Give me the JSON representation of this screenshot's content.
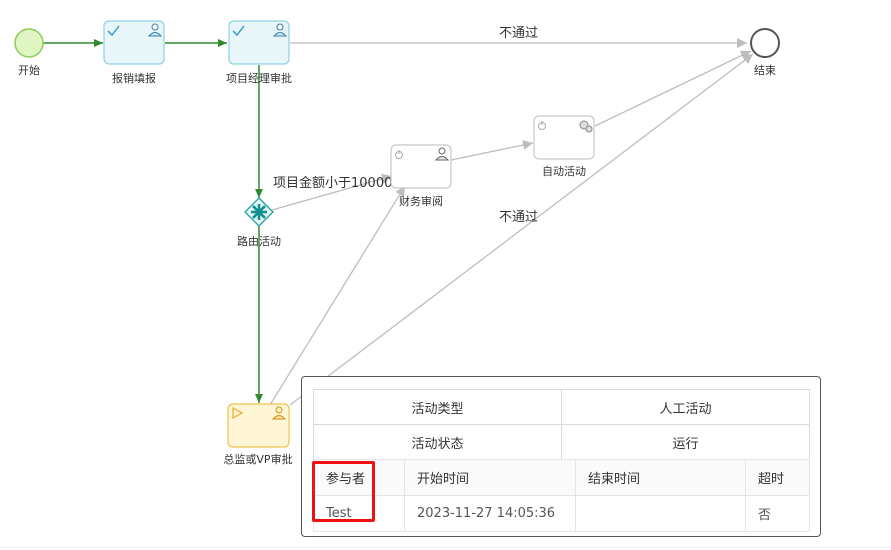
{
  "nodes": {
    "start": {
      "label": "开始"
    },
    "fill": {
      "label": "报销填报"
    },
    "pm": {
      "label": "项目经理审批"
    },
    "end": {
      "label": "结束"
    },
    "router": {
      "label": "路由活动"
    },
    "finance": {
      "label": "财务审阅"
    },
    "auto": {
      "label": "自动活动"
    },
    "vp": {
      "label": "总监或VP审批"
    }
  },
  "edges": {
    "reject1": "不通过",
    "amount": "项目金额小于10000",
    "reject2": "不通过"
  },
  "colors": {
    "active": "#2e8b2e",
    "inactive": "#bdbdbd",
    "task_done_fill": "#e8f6fa",
    "task_done_stroke": "#8fd1e0",
    "task_current_fill": "#fff6d6",
    "task_current_stroke": "#f0c24a",
    "highlight": "#e11111"
  },
  "tooltip": {
    "rows": [
      {
        "key": "活动类型",
        "value": "人工活动"
      },
      {
        "key": "活动状态",
        "value": "运行"
      }
    ],
    "columns": [
      "参与者",
      "开始时间",
      "结束时间",
      "超时"
    ],
    "record": {
      "participant": "Test",
      "start_time": "2023-11-27 14:05:36",
      "end_time": "",
      "timeout": "否"
    }
  }
}
